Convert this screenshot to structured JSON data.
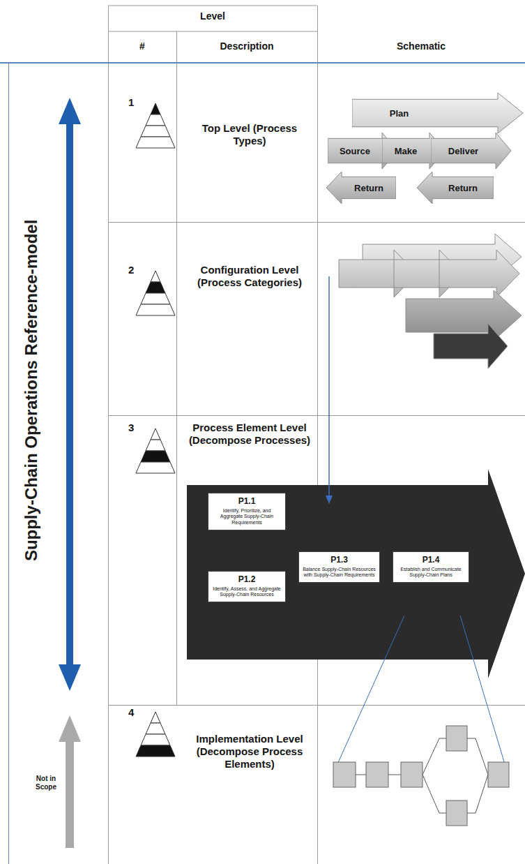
{
  "diagram": {
    "nodes": [
      {
        "text": [
          "Plan"
        ]
      },
      {
        "text": [
          "Source"
        ]
      },
      {
        "text": [
          "Make"
        ]
      },
      {
        "text": [
          "Deliver"
        ]
      },
      {
        "text": [
          "Return"
        ]
      },
      {
        "text": [
          "Return"
        ]
      },
      {
        "text": [
          "P1.1",
          "Identify, Prioritize, and Aggregate Supply-Chain Requirements"
        ]
      },
      {
        "text": [
          "P1.2",
          "Identify, Assess, and Aggregate Supply-Chain Resources"
        ]
      },
      {
        "text": [
          "P1.3",
          "Balance Supply-Chain Resources with Supply-Chain Requirements"
        ]
      },
      {
        "text": [
          "P1.4",
          "Establish and Communicate Supply-Chain Plans"
        ]
      }
    ],
    "labels": [
      "Level",
      "#",
      "Description",
      "Schematic",
      "Supply-Chain Operations Reference-model",
      "1",
      "Top Level (Process Types)",
      "2",
      "Configuration Level (Process Categories)",
      "3",
      "Process Element Level (Decompose Processes)",
      "4",
      "Implementation Level (Decompose Process Elements)",
      "Not in Scope"
    ]
  }
}
